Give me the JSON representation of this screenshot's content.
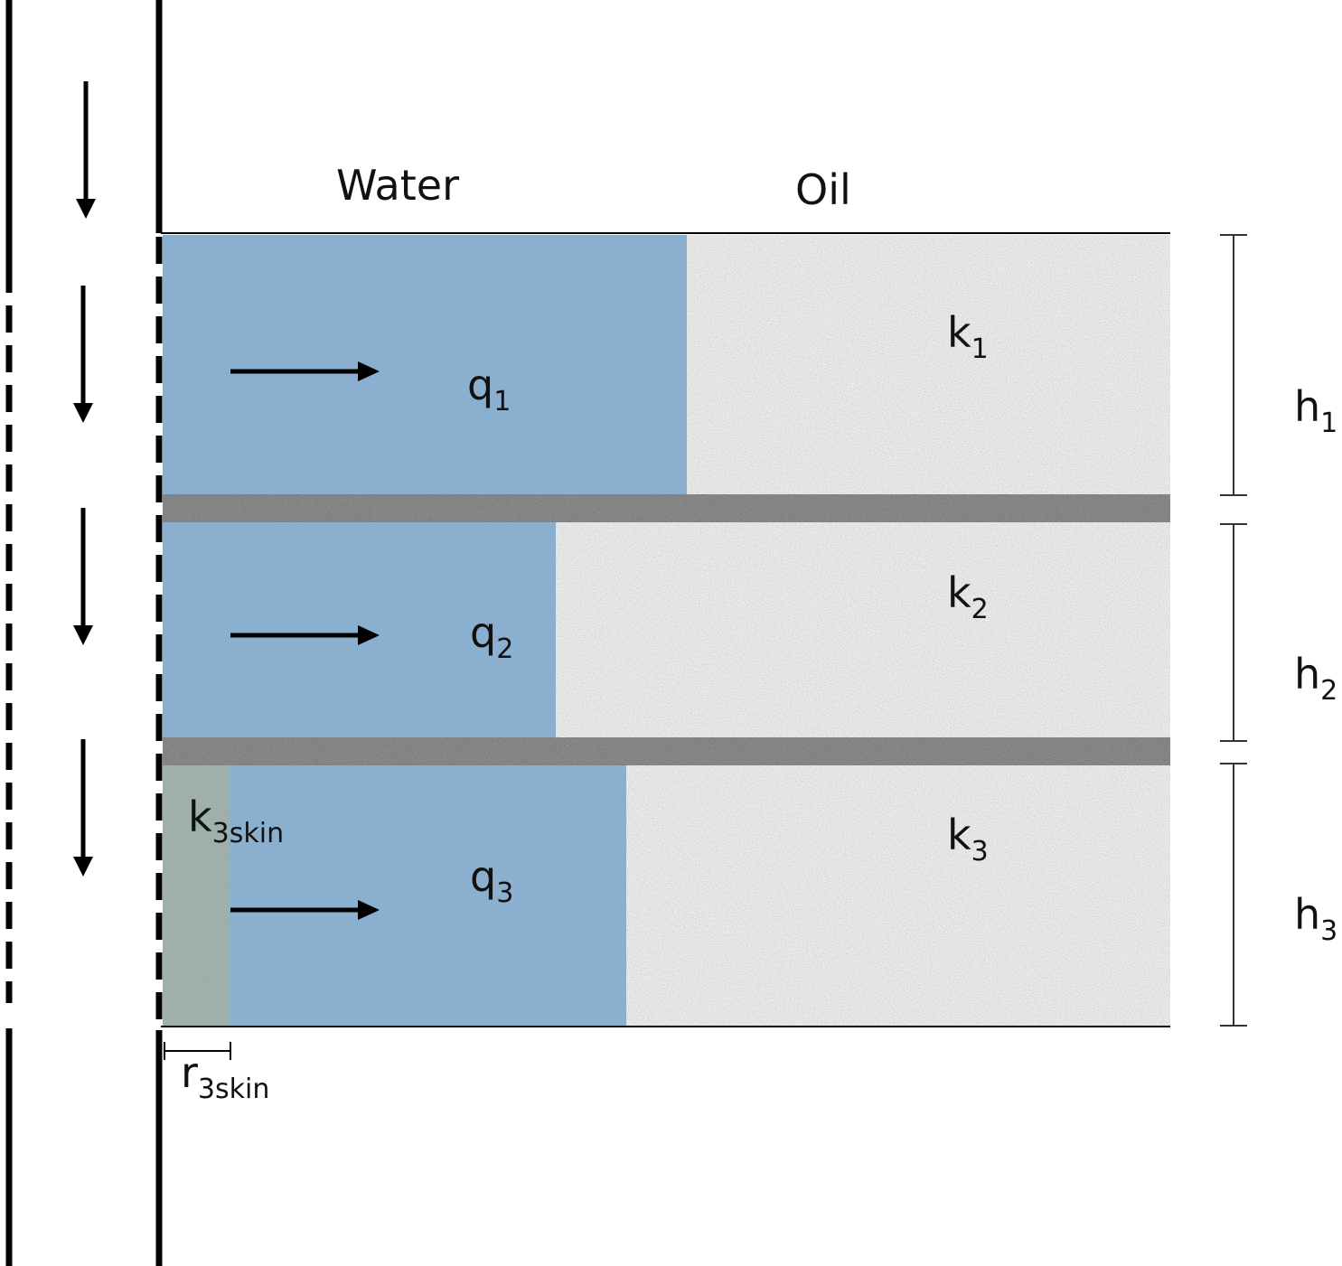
{
  "labels": {
    "water": "Water",
    "oil": "Oil",
    "q1": {
      "main": "q",
      "sub": "1"
    },
    "q2": {
      "main": "q",
      "sub": "2"
    },
    "q3": {
      "main": "q",
      "sub": "3"
    },
    "k1": {
      "main": "k",
      "sub": "1"
    },
    "k2": {
      "main": "k",
      "sub": "2"
    },
    "k3": {
      "main": "k",
      "sub": "3"
    },
    "k3skin": {
      "main": "k",
      "sub": "3skin"
    },
    "h1": {
      "main": "h",
      "sub": "1"
    },
    "h2": {
      "main": "h",
      "sub": "2"
    },
    "h3": {
      "main": "h",
      "sub": "3"
    },
    "r3skin": {
      "main": "r",
      "sub": "3skin"
    }
  },
  "colors": {
    "water": "#8aafcf",
    "oil_sand": "#ebebeb",
    "shale_barrier": "#8c8c8c",
    "skin_zone": "#9fb0ac",
    "line": "#000000"
  },
  "layers": [
    {
      "name": "layer-1",
      "water_front_fraction": 0.52
    },
    {
      "name": "layer-2",
      "water_front_fraction": 0.39
    },
    {
      "name": "layer-3",
      "water_front_fraction": 0.46
    }
  ]
}
